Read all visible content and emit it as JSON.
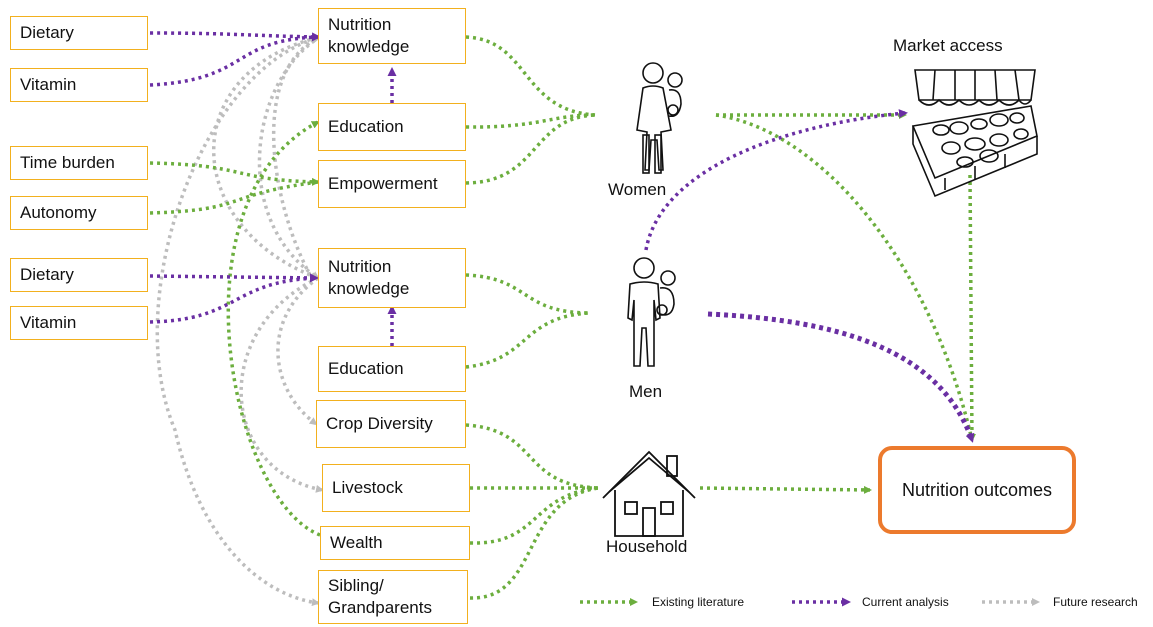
{
  "left_inputs": {
    "dietary_1": "Dietary",
    "vitamin_1": "Vitamin",
    "time_burden": "Time burden",
    "autonomy": "Autonomy",
    "dietary_2": "Dietary",
    "vitamin_2": "Vitamin"
  },
  "mid_boxes": {
    "nutrition_knowledge_women": "Nutrition\nknowledge",
    "education_women": "Education",
    "empowerment": "Empowerment",
    "nutrition_knowledge_men": "Nutrition\nknowledge",
    "education_men": "Education",
    "crop_diversity": "Crop Diversity",
    "livestock": "Livestock",
    "wealth": "Wealth",
    "sibling_grandparents": "Sibling/\nGrandparents"
  },
  "actors": {
    "women": "Women",
    "men": "Men",
    "household": "Household",
    "market_access": "Market access"
  },
  "outcome": "Nutrition outcomes",
  "legend": {
    "existing": "Existing literature",
    "current": "Current analysis",
    "future": "Future  research"
  },
  "colors": {
    "existing": "#6cae3e",
    "current": "#6a2fa3",
    "future": "#bdbdbd",
    "box_border": "#f2b01e",
    "outcome_border": "#ec7a2d"
  }
}
